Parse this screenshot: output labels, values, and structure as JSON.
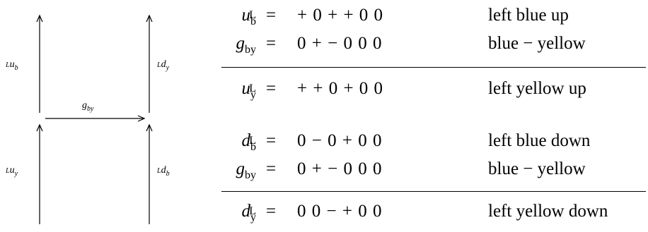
{
  "diagram": {
    "left_labels": {
      "top_left": {
        "pre": "L",
        "base": "u",
        "sub": "b"
      },
      "top_right": {
        "pre": "L",
        "base": "d",
        "sub": "y"
      },
      "middle": {
        "base": "g",
        "sub": "by"
      },
      "bottom_left": {
        "pre": "L",
        "base": "u",
        "sub": "y"
      },
      "bottom_right": {
        "pre": "L",
        "base": "d",
        "sub": "b"
      }
    }
  },
  "equations": [
    {
      "pre": "L",
      "base": "u",
      "sub": "b",
      "eq": "=",
      "signs": "+ 0 + + 0 0",
      "desc": "left blue up"
    },
    {
      "pre": "",
      "base": "g",
      "sub": "by",
      "eq": "=",
      "signs": "0 + − 0 0 0",
      "desc": "blue − yellow"
    },
    {
      "pre": "L",
      "base": "u",
      "sub": "y",
      "eq": "=",
      "signs": "+ + 0 + 0 0",
      "desc": "left yellow up"
    },
    {
      "pre": "L",
      "base": "d",
      "sub": "b",
      "eq": "=",
      "signs": "0 − 0 + 0 0",
      "desc": "left blue down"
    },
    {
      "pre": "",
      "base": "g",
      "sub": "by",
      "eq": "=",
      "signs": "0 + − 0 0 0",
      "desc": "blue − yellow"
    },
    {
      "pre": "L",
      "base": "d",
      "sub": "y",
      "eq": "=",
      "signs": "0 0 − + 0 0",
      "desc": "left yellow down"
    }
  ]
}
